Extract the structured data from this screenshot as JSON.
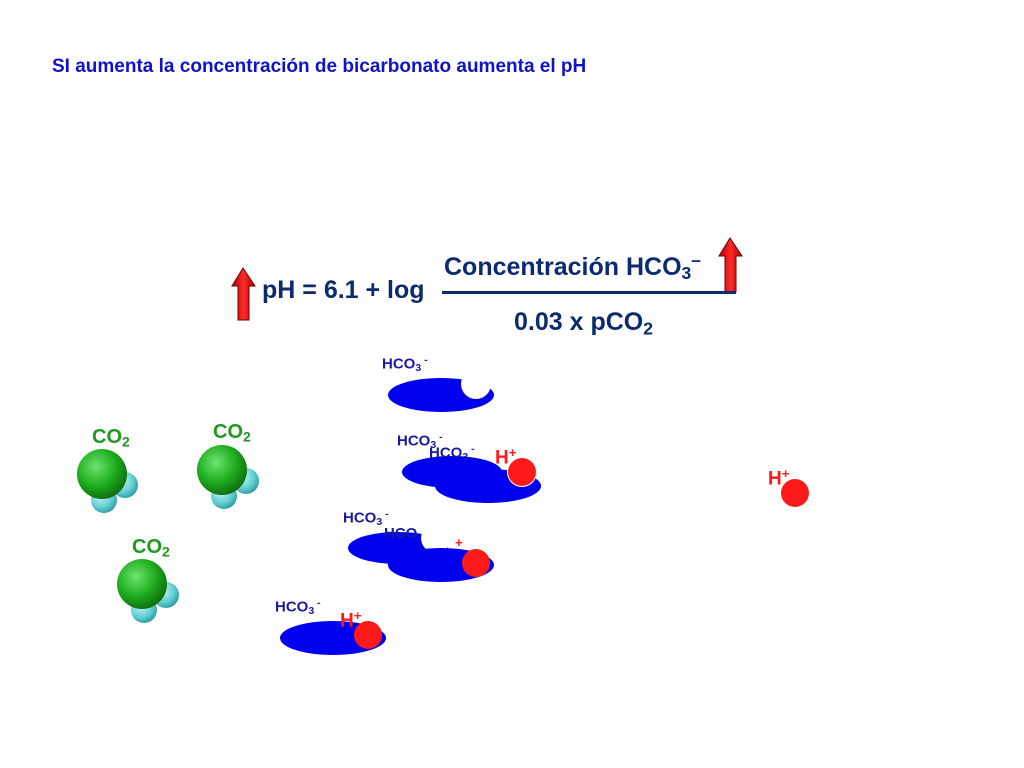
{
  "title": "SI aumenta la concentración de bicarbonato aumenta el pH",
  "equation": {
    "lhs": "pH = 6.1 + log",
    "numerator": "Concentración HCO",
    "numerator_sub": "3",
    "numerator_sup": "–",
    "denominator": "0.03 x pCO",
    "denominator_sub": "2"
  },
  "labels": {
    "co2": "CO",
    "co2_sub": "2",
    "hco3": "HCO",
    "hco3_sub": "3",
    "hco3_sup": " -",
    "hco3_partial": "HCO",
    "h": "H",
    "h_sup": "+"
  },
  "colors": {
    "title": "#1212c8",
    "equation": "#0c2a6e",
    "arrow": "#ee1c1c",
    "co2_sphere": "#1fae1f",
    "co2_small": "#63d0d4",
    "hco3": "#0000ee",
    "h_ion": "#ff1a1a"
  }
}
